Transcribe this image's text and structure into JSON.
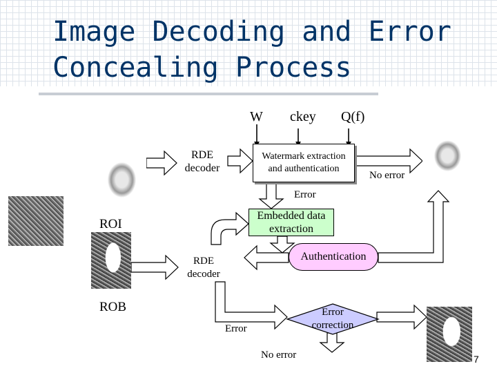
{
  "slide": {
    "title_line1": "Image Decoding and Error",
    "title_line2": "Concealing Process",
    "page_number": "7"
  },
  "inputs": {
    "w": "W",
    "ckey": "ckey",
    "qf": "Q(f)"
  },
  "nodes": {
    "rde_decoder_top": "RDE decoder",
    "watermark_box": "Watermark extraction and authentication",
    "embedded_box": "Embedded data extraction",
    "authentication_box": "Authentication",
    "rde_decoder_bottom": "RDE decoder",
    "error_correction": "Error correction"
  },
  "labels": {
    "no_error_right": "No error",
    "error_down": "Error",
    "roi": "ROI",
    "rob": "ROB",
    "error_bottom": "Error",
    "no_error_bottom": "No error"
  },
  "colors": {
    "title": "#003366",
    "authentication_fill": "#ffccff",
    "embedded_fill": "#ccffcc",
    "error_correction_fill": "#ccccff",
    "watermark_fill": "#ffffff"
  }
}
